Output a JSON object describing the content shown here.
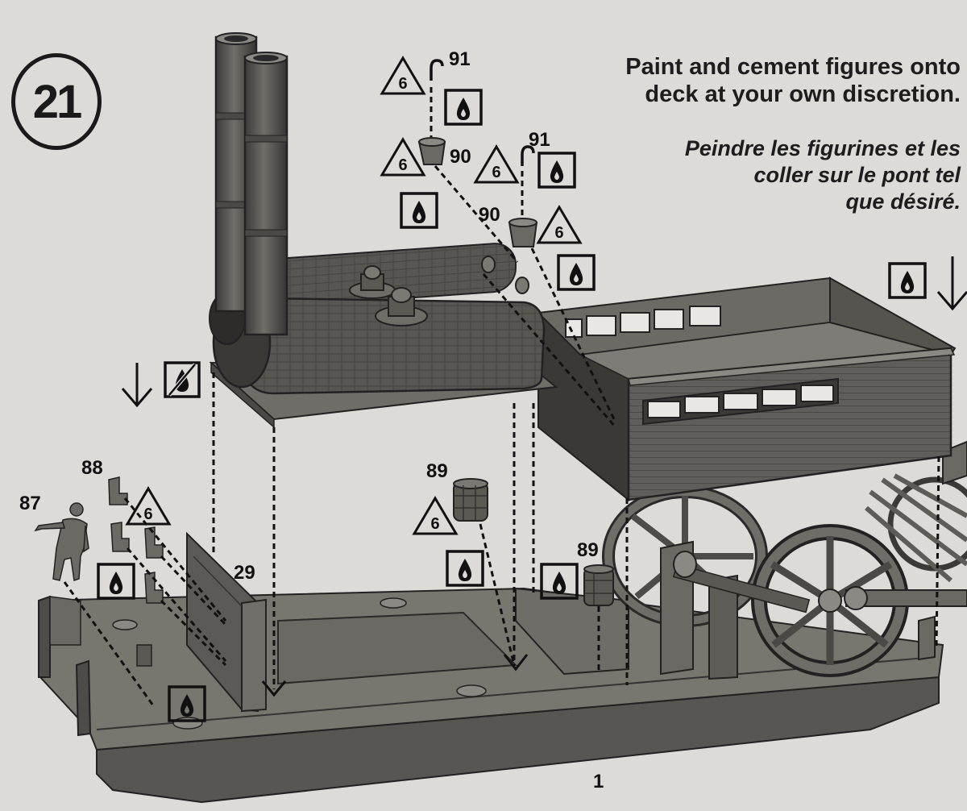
{
  "step": {
    "number": "21"
  },
  "instructions": {
    "english": [
      "Paint and cement figures onto",
      "deck at your own discretion."
    ],
    "french": [
      "Peindre les figurines et les",
      "coller sur le pont tel",
      "que désiré."
    ]
  },
  "part_labels": {
    "p87": "87",
    "p88": "88",
    "p89a": "89",
    "p89b": "89",
    "p90a": "90",
    "p90b": "90",
    "p91a": "91",
    "p91b": "91",
    "p29": "29",
    "p1": "1"
  },
  "paint_codes": {
    "t1": "6",
    "t2": "6",
    "t3": "6",
    "t4": "6",
    "t5": "6",
    "t6": "6"
  },
  "icons": {
    "cement": "cement-drop-icon",
    "no_cement": "no-cement-icon",
    "paint": "paint-triangle-icon",
    "arrow": "down-arrow-icon"
  }
}
